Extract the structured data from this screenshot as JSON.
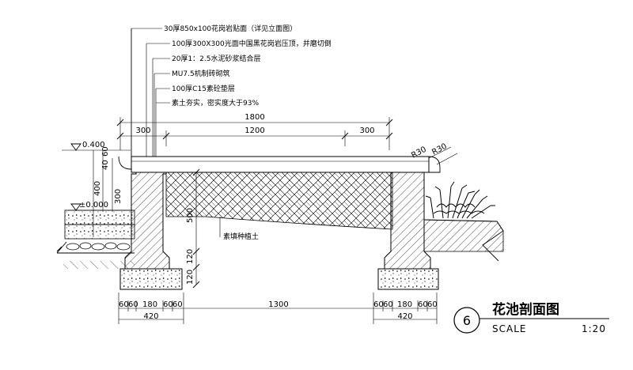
{
  "drawing": {
    "layer_notes": [
      "30厚850x100花岗岩贴面（详见立面图）",
      "100厚300X300光面中国黑花岗岩压顶，并磨切倒",
      "20厚1：2.5水泥砂浆结合层",
      "MU7.5机制砖砌筑",
      "100厚C15素砼垫层",
      "素土夯实，密实度大于93%"
    ],
    "top_dims": {
      "overall": "1800",
      "left": "300",
      "middle": "1200",
      "right": "300"
    },
    "left_level_top": "0.400",
    "left_level_ground": "±0.000",
    "left_vertical_dims": [
      "40",
      "60",
      "400",
      "300"
    ],
    "inner_vertical_dims": [
      "500",
      "120",
      "120"
    ],
    "soil_label": "素填种植土",
    "radius_labels": [
      "R30",
      "R30"
    ],
    "bottom_dims": {
      "left_small": [
        "60",
        "60",
        "180",
        "60",
        "60"
      ],
      "left_total": "420",
      "middle": "1300",
      "right_small": [
        "60",
        "60",
        "180",
        "60",
        "60"
      ],
      "right_total": "420"
    },
    "title_block": {
      "number": "6",
      "title": "花池剖面图",
      "scale_word": "SCALE",
      "scale_value": "1:20"
    }
  }
}
